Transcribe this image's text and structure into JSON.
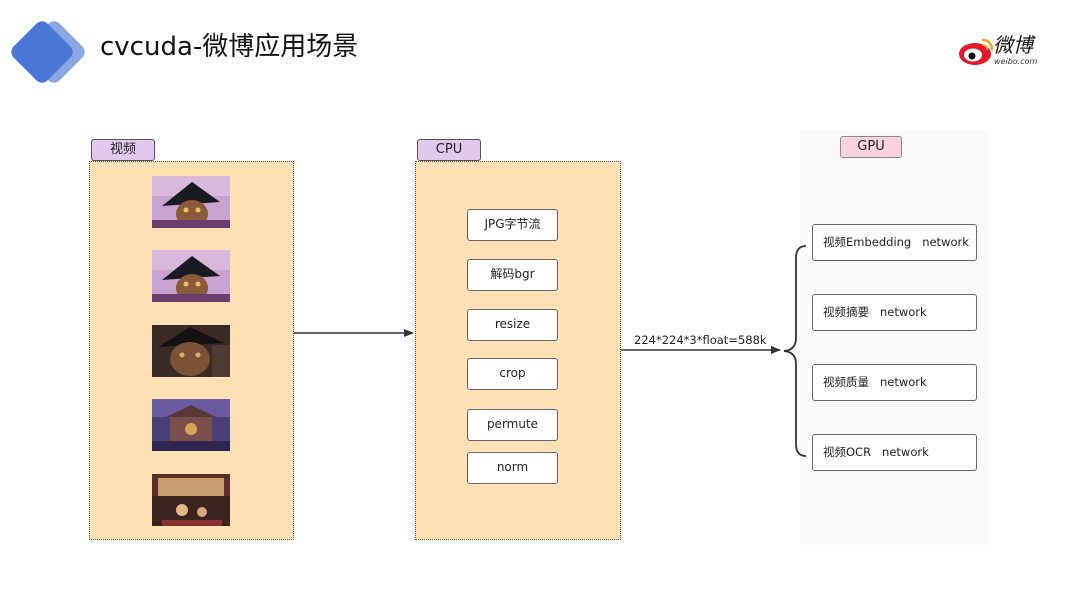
{
  "header": {
    "title": "cvcuda-微博应用场景",
    "brand_name": "微博",
    "brand_domain": "weibo.com"
  },
  "columns": {
    "video": {
      "label": "视频",
      "frames_count": 5
    },
    "cpu": {
      "label": "CPU",
      "steps": [
        "JPG字节流",
        "解码bgr",
        "resize",
        "crop",
        "permute",
        "norm"
      ]
    },
    "gpu": {
      "label": "GPU",
      "networks": [
        "视频Embedding   network",
        "视频摘要   network",
        "视频质量   network",
        "视频OCR   network"
      ]
    }
  },
  "transfer_label": "224*224*3*float=588k",
  "colors": {
    "panel_fill": "#fde0b4",
    "tag_purple": "#e0c9ec",
    "tag_pink": "#f9d2df",
    "logo_blue": "#4a76d6",
    "weibo_red": "#e6162d"
  }
}
